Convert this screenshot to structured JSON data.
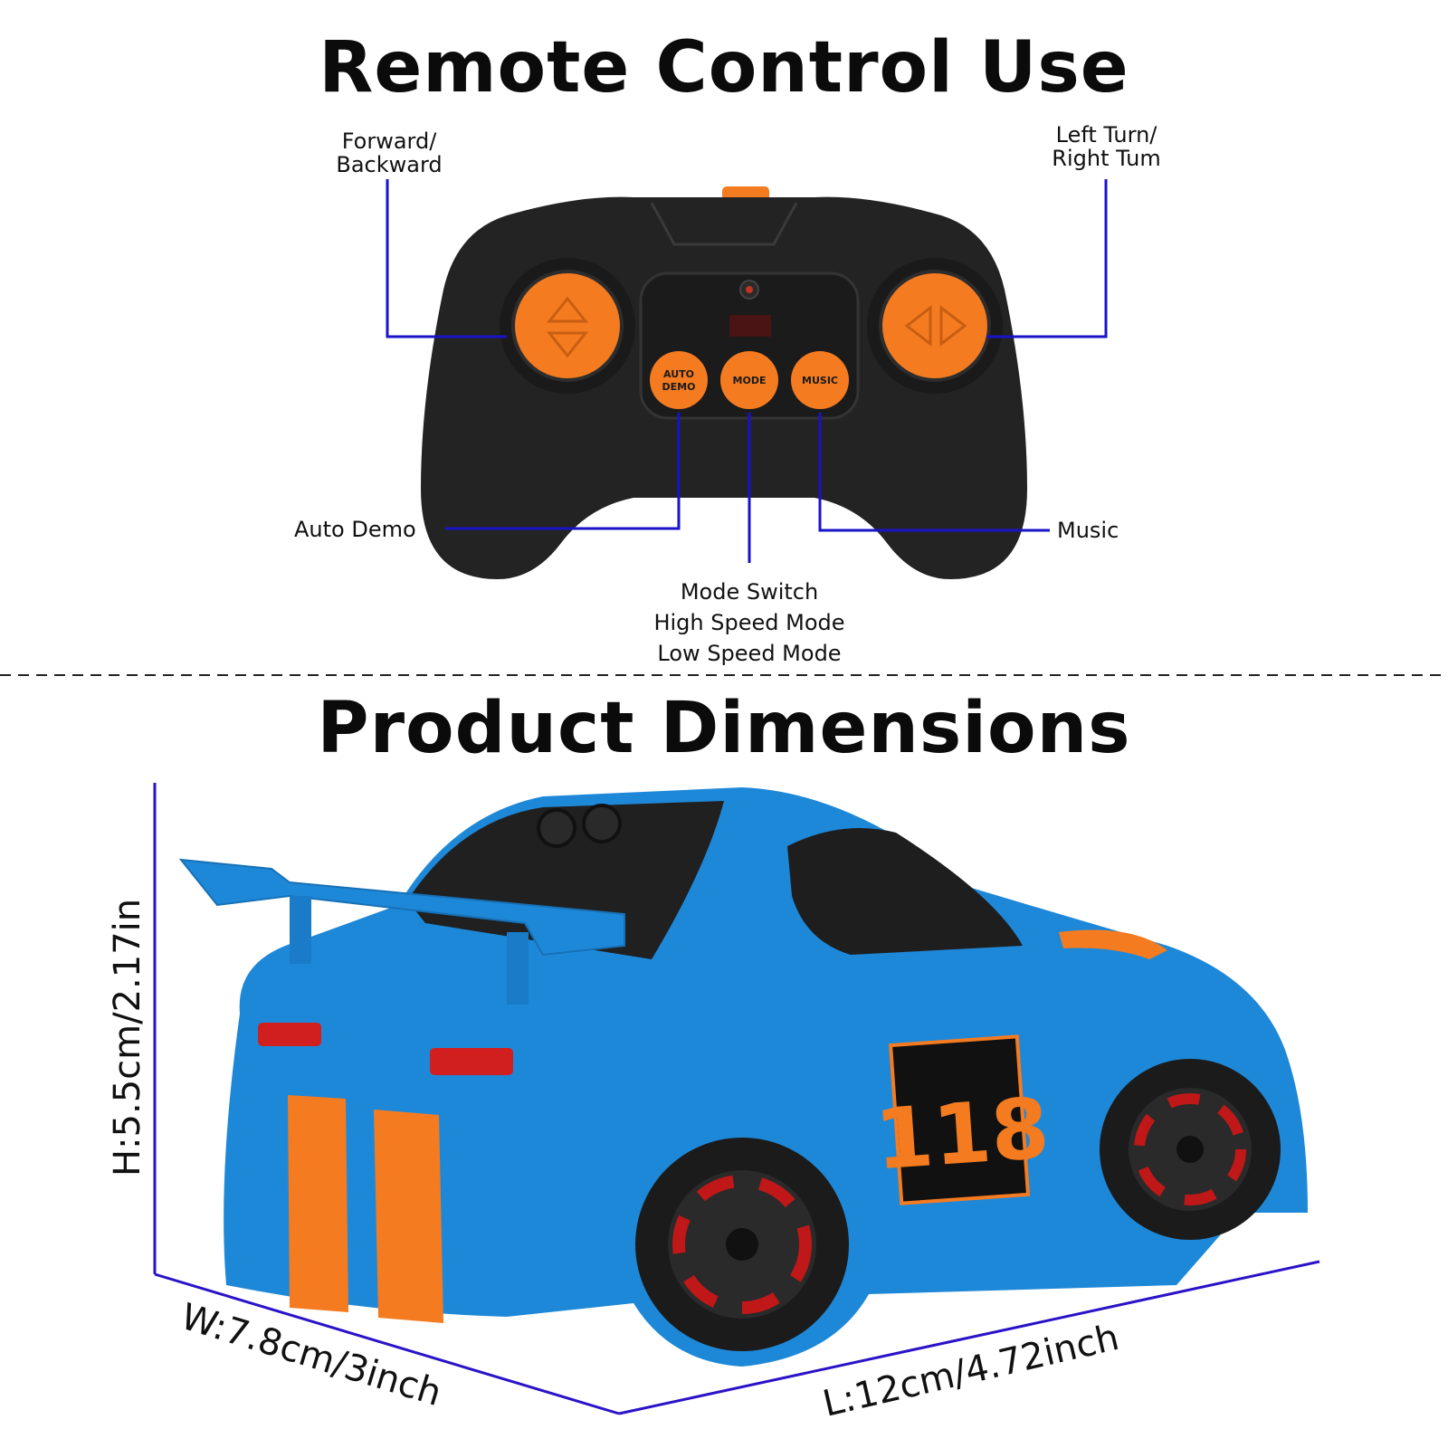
{
  "colors": {
    "leader_line": "#1a12c8",
    "controller_body": "#232323",
    "accent_orange": "#f47b20",
    "car_blue": "#1e88d8",
    "number_orange": "#f47b20"
  },
  "remote_section": {
    "title": "Remote Control Use",
    "controller": {
      "button_labels": {
        "auto_demo_line1": "AUTO",
        "auto_demo_line2": "DEMO",
        "mode": "MODE",
        "music": "MUSIC"
      },
      "icons": [
        "up-down-arrows-icon",
        "left-right-arrows-icon",
        "indicator-light-icon"
      ]
    },
    "callouts": {
      "forward_backward": [
        "Forward/",
        "Backward"
      ],
      "left_right_turn": [
        "Left Turn/",
        "Right Tum"
      ],
      "auto_demo": "Auto Demo",
      "music": "Music",
      "mode_switch": [
        "Mode Switch",
        "High Speed Mode",
        "Low Speed Mode"
      ]
    }
  },
  "dimensions_section": {
    "title": "Product Dimensions",
    "height": "H:5.5cm/2.17in",
    "width": "W:7.8cm/3inch",
    "length": "L:12cm/4.72inch",
    "car_number": "118"
  }
}
